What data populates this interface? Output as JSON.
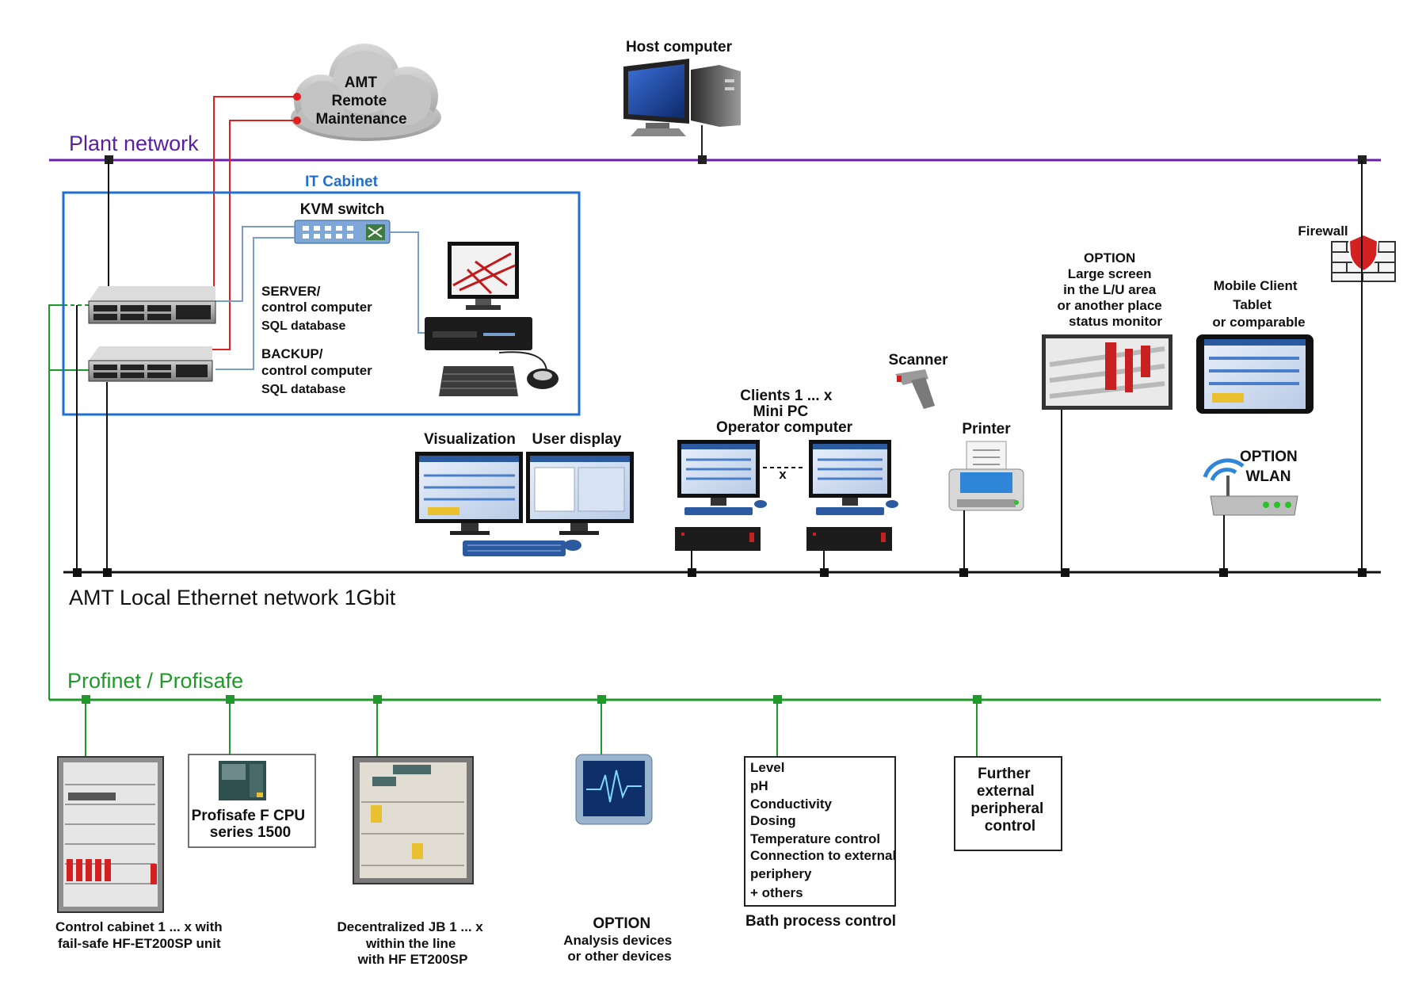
{
  "colors": {
    "plant_network": "#6a1fb0",
    "local_network": "#111111",
    "profinet": "#1f9a2a",
    "remote_link": "#e02020",
    "kvm_link": "#7a9cc8",
    "it_cabinet": "#1f6fd1"
  },
  "networks": {
    "plant": "Plant network",
    "local": "AMT Local Ethernet network 1Gbit",
    "profinet": "Profinet / Profisafe"
  },
  "cloud": {
    "lines": [
      "AMT",
      "Remote",
      "Maintenance"
    ],
    "icon": "cloud-icon"
  },
  "host": {
    "label": "Host computer",
    "icon": "desktop-tower-icon"
  },
  "it_cabinet": {
    "title": "IT Cabinet",
    "kvm": "KVM switch",
    "server": [
      "SERVER/",
      "control computer",
      "SQL database"
    ],
    "backup": [
      "BACKUP/",
      "control computer",
      "SQL database"
    ]
  },
  "firewall": {
    "label": "Firewall",
    "icon": "firewall-icon"
  },
  "large_screen": {
    "lines": [
      "OPTION",
      "Large screen",
      "in the L/U area",
      "or another place",
      "status monitor"
    ]
  },
  "tablet": {
    "lines": [
      "Mobile Client",
      "Tablet",
      "or comparable"
    ]
  },
  "scanner": {
    "label": "Scanner",
    "icon": "barcode-scanner-icon"
  },
  "printer": {
    "label": "Printer",
    "icon": "printer-icon"
  },
  "wlan": {
    "lines": [
      "OPTION",
      "WLAN"
    ],
    "icon": "wifi-router-icon"
  },
  "clients": {
    "lines": [
      "Clients 1 ... x",
      "Mini PC",
      "Operator computer"
    ],
    "x_mark": "x"
  },
  "visualization": "Visualization",
  "user_display": "User display",
  "field": {
    "cabinet": [
      "Control cabinet 1 ... x with",
      "fail-safe HF-ET200SP unit"
    ],
    "cpu": [
      "Profisafe F CPU",
      "series 1500"
    ],
    "jb": [
      "Decentralized JB 1 ... x",
      "within the line",
      "with HF ET200SP"
    ],
    "analysis": [
      "OPTION",
      "Analysis devices",
      "or other devices"
    ],
    "bath_items": [
      "Level",
      "pH",
      "Conductivity",
      "Dosing",
      "Temperature control",
      "Connection to external",
      "periphery",
      "+ others"
    ],
    "bath_caption": "Bath process control",
    "further": [
      "Further",
      "external",
      "peripheral",
      "control"
    ]
  }
}
